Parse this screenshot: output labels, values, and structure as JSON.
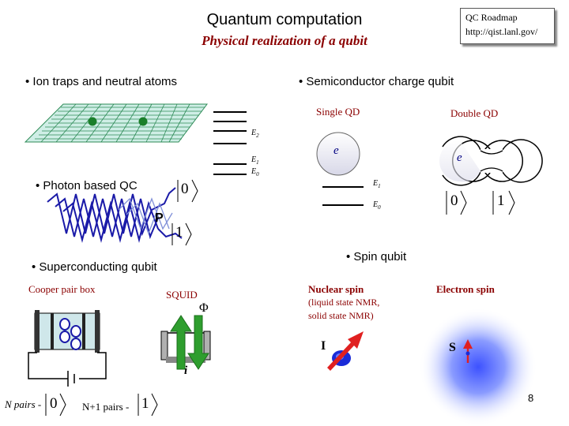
{
  "header": {
    "title": "Quantum computation",
    "subtitle": "Physical realization of a qubit",
    "roadmap_line1": "QC Roadmap",
    "roadmap_line2": "http://qist.lanl.gov/"
  },
  "sections": {
    "ion": "• Ion traps and neutral atoms",
    "semi": "• Semiconductor charge qubit",
    "photon": "• Photon based QC",
    "supercond": "• Superconducting qubit",
    "spin": "• Spin qubit"
  },
  "ion_levels": {
    "e2": "E",
    "e2_sub": "2",
    "e1": "E",
    "e1_sub": "1",
    "e0": "E",
    "e0_sub": "0"
  },
  "charge_qubit": {
    "single": "Single QD",
    "double": "Double QD",
    "electron": "e",
    "e1": "E",
    "e1_sub": "1",
    "e0": "E",
    "e0_sub": "0",
    "ket0": "0",
    "ket1": "1"
  },
  "photon": {
    "ket0": "0",
    "ket1": "1",
    "polarizer": "P"
  },
  "supercond": {
    "cooper": "Cooper pair box",
    "squid": "SQUID",
    "phi": "Φ",
    "current": "i",
    "npairs": "N pairs -",
    "n1pairs": "N+1 pairs -",
    "ket0": "0",
    "ket1": "1"
  },
  "spin": {
    "nuclear": "Nuclear spin",
    "nuclear_sub1": "(liquid state NMR,",
    "nuclear_sub2": "solid state NMR)",
    "electron": "Electron spin",
    "I": "I",
    "S": "S"
  },
  "page_number": "8",
  "colors": {
    "accent_text": "#8b0000",
    "grid": "#2e8b57",
    "atom": "#1a7f2a",
    "wave": "#1a1aa8",
    "arrow_red": "#e02020",
    "arrow_green": "#2e9e2e"
  }
}
